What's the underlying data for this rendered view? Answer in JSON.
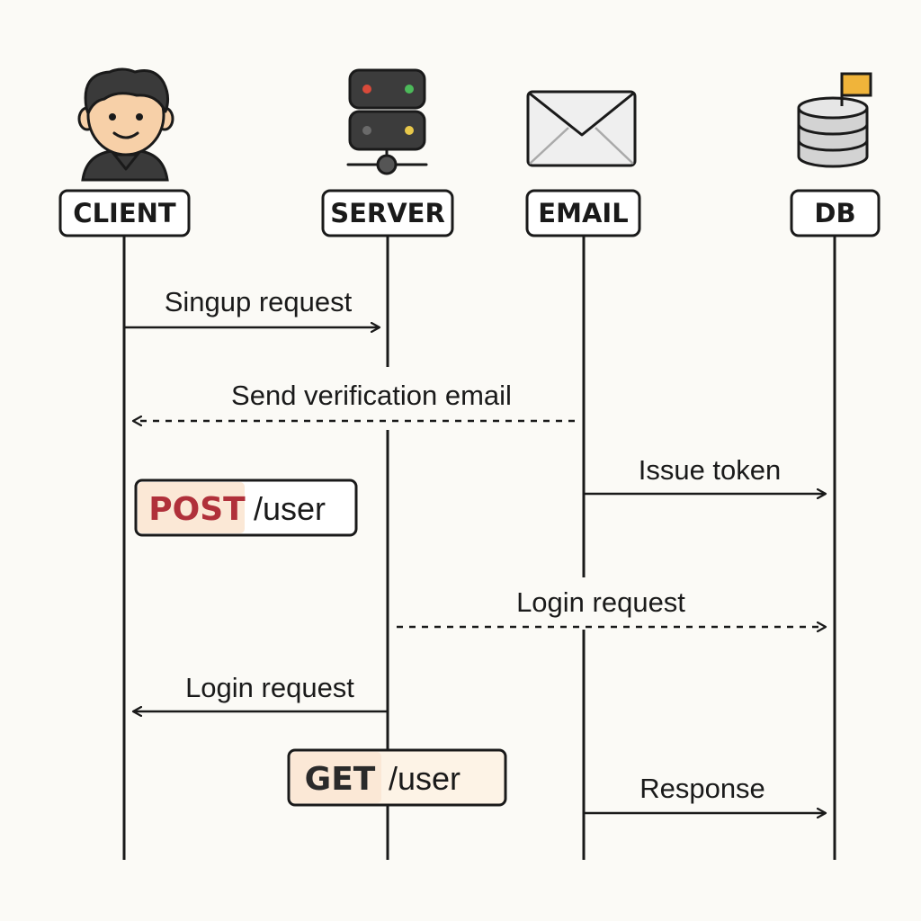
{
  "actors": [
    {
      "id": "client",
      "label": "CLIENT",
      "icon": "person-icon"
    },
    {
      "id": "server",
      "label": "SERVER",
      "icon": "server-rack-icon"
    },
    {
      "id": "email",
      "label": "EMAIL",
      "icon": "envelope-icon"
    },
    {
      "id": "db",
      "label": "DB",
      "icon": "database-icon"
    }
  ],
  "messages": [
    {
      "label": "Singup request",
      "from": "client",
      "to": "server",
      "style": "solid"
    },
    {
      "label": "Send verification email",
      "from": "email",
      "to": "client",
      "style": "dashed"
    },
    {
      "label": "Issue token",
      "from": "email",
      "to": "db",
      "style": "solid"
    },
    {
      "label": "Login request",
      "from": "server",
      "to": "db",
      "style": "dashed"
    },
    {
      "label": "Login request",
      "from": "server",
      "to": "client",
      "style": "solid"
    },
    {
      "label": "Response",
      "from": "email",
      "to": "db",
      "style": "solid"
    }
  ],
  "endpoints": [
    {
      "method": "POST",
      "path": "/user",
      "method_color": "#b0303a"
    },
    {
      "method": "GET",
      "path": "/user",
      "method_color": "#2a2a2a"
    }
  ],
  "colors": {
    "line": "#1a1a1a",
    "background": "#fbfaf6",
    "method_highlight": "#fbe8d6",
    "endpoint_box_fill": "#ffffff",
    "get_box_fill": "#fdf3e6"
  }
}
